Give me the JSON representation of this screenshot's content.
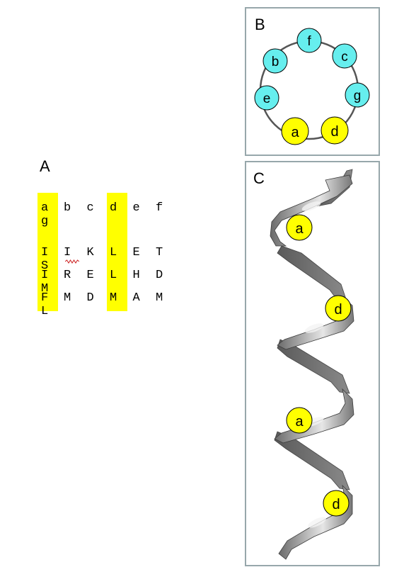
{
  "panel_a": {
    "label": "A",
    "heptad_positions": [
      "a",
      "b",
      "c",
      "d",
      "e",
      "f",
      "g"
    ],
    "sequences": [
      [
        "I",
        "I",
        "K",
        "L",
        "E",
        "T",
        "S"
      ],
      [
        "I",
        "R",
        "E",
        "L",
        "H",
        "D",
        "M"
      ],
      [
        "F",
        "M",
        "D",
        "M",
        "A",
        "M",
        "L"
      ]
    ],
    "highlighted_positions": [
      "a",
      "d"
    ],
    "highlight_color": "#ffff00"
  },
  "panel_b": {
    "label": "B",
    "wheel": [
      "f",
      "c",
      "g",
      "d",
      "a",
      "e",
      "b"
    ],
    "core_color": "#ffff00",
    "surface_color": "#66eeee"
  },
  "panel_c": {
    "label": "C",
    "helix_markers": [
      "a",
      "d",
      "a",
      "d"
    ],
    "marker_color": "#ffff00"
  }
}
